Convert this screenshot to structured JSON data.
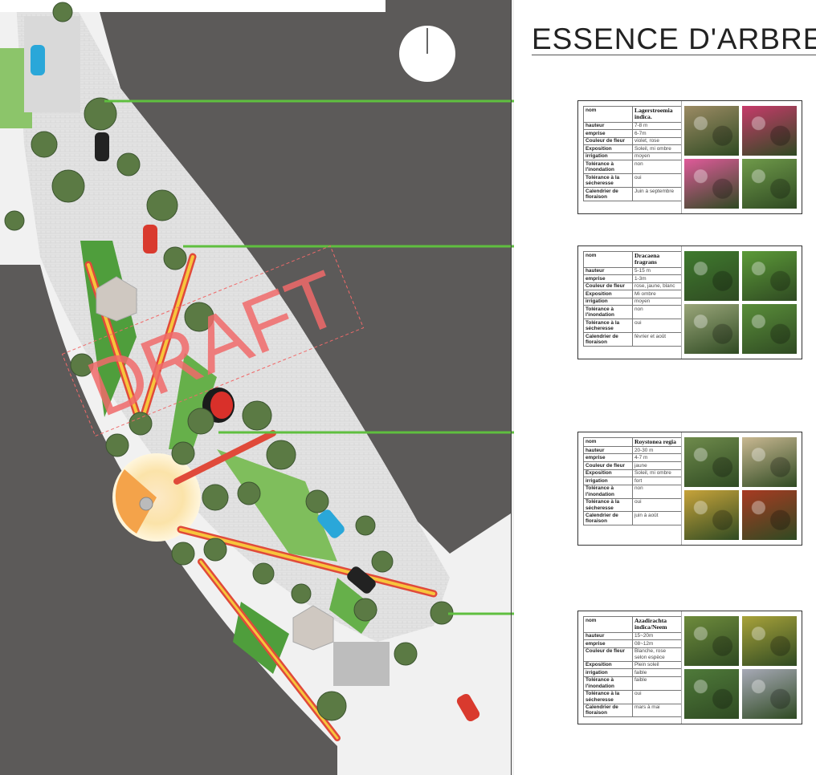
{
  "title": "ESSENCE D'ARBRES",
  "watermark": "DRAFT",
  "colors": {
    "ground": "#5c5a59",
    "street": "#f0f0f0",
    "paving": "#dcdcdc",
    "leader": "#5fbf3f",
    "grass": "#66b04a",
    "watermark": "#f06a6a"
  },
  "trees": [
    {
      "name": "Lagerstroemia indica.",
      "rows": [
        {
          "label": "hauteur",
          "value": "7-8 m"
        },
        {
          "label": "emprise",
          "value": "6-7m"
        },
        {
          "label": "Couleur de fleur",
          "value": "violet, rose"
        },
        {
          "label": "Exposition",
          "value": "Soleil, mi ombre"
        },
        {
          "label": "irrigation",
          "value": "moyen"
        },
        {
          "label": "Tolérance à l'inondation",
          "value": "non"
        },
        {
          "label": "Tolérance à la sécheresse",
          "value": "oui"
        },
        {
          "label": "Calendrier de floraison",
          "value": "Juin à septembre"
        }
      ],
      "photo_icons": [
        "crape-myrtle-nursery-photo",
        "crape-myrtle-avenue-photo",
        "crape-myrtle-flower-photo",
        "crape-myrtle-leaves-photo"
      ]
    },
    {
      "name": "Dracaena fragrans",
      "rows": [
        {
          "label": "hauteur",
          "value": "5-15 m"
        },
        {
          "label": "emprise",
          "value": "1-3m"
        },
        {
          "label": "Couleur de fleur",
          "value": "rose, jaune, blanc"
        },
        {
          "label": "Exposition",
          "value": "Mi ombre"
        },
        {
          "label": "irrigation",
          "value": "moyen"
        },
        {
          "label": "Tolérance à l'inondation",
          "value": "non"
        },
        {
          "label": "Tolérance à la sécheresse",
          "value": "oui"
        },
        {
          "label": "Calendrier de floraison",
          "value": "février et août"
        }
      ],
      "photo_icons": [
        "dracaena-clump-photo",
        "dracaena-leaves-photo",
        "dracaena-flower-photo",
        "dracaena-rosette-photo"
      ]
    },
    {
      "name": "Roystonea regia",
      "rows": [
        {
          "label": "hauteur",
          "value": "20-30 m"
        },
        {
          "label": "emprise",
          "value": "4-7 m"
        },
        {
          "label": "Couleur de fleur",
          "value": "jaune"
        },
        {
          "label": "Exposition",
          "value": "Soleil, mi ombre"
        },
        {
          "label": "irrigation",
          "value": "fort"
        },
        {
          "label": "Tolérance à l'inondation",
          "value": "non"
        },
        {
          "label": "Tolérance à la sécheresse",
          "value": "oui"
        },
        {
          "label": "Calendrier de floraison",
          "value": "juin à août"
        }
      ],
      "photo_icons": [
        "royal-palm-nursery-photo",
        "royal-palm-trunks-photo",
        "royal-palm-inflorescence-photo",
        "royal-palm-fruit-photo"
      ]
    },
    {
      "name": "Azadirachta indica/Neem",
      "rows": [
        {
          "label": "hauteur",
          "value": "15~20m"
        },
        {
          "label": "emprise",
          "value": "08~12m"
        },
        {
          "label": "Couleur de fleur",
          "value": "Blanche, rose selon espèce"
        },
        {
          "label": "Exposition",
          "value": "Plein soleil"
        },
        {
          "label": "irrigation",
          "value": "faible"
        },
        {
          "label": "Tolérance à l'inondation",
          "value": "faible"
        },
        {
          "label": "Tolérance à la sécheresse",
          "value": "oui"
        },
        {
          "label": "Calendrier de floraison",
          "value": "mars à mai"
        }
      ],
      "photo_icons": [
        "neem-foliage-photo",
        "neem-fruit-photo",
        "neem-tree-photo",
        "neem-flower-photo"
      ]
    }
  ]
}
